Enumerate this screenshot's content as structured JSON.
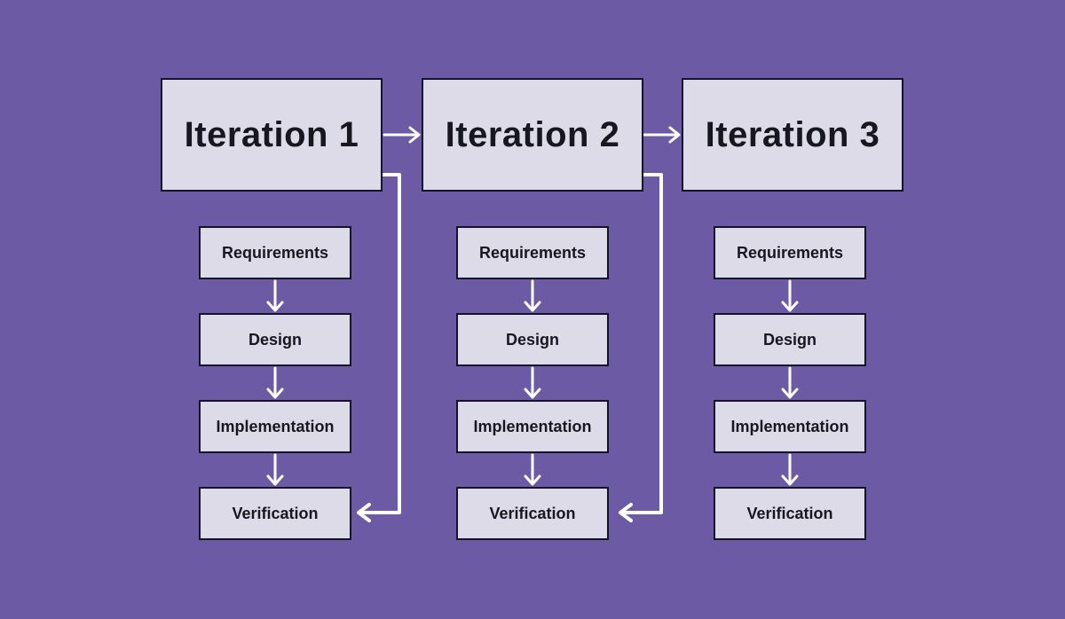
{
  "diagram": {
    "name": "iterative-development-process",
    "columns": [
      {
        "header": "Iteration 1",
        "steps": [
          "Requirements",
          "Design",
          "Implementation",
          "Verification"
        ],
        "has_feedback_loop": true
      },
      {
        "header": "Iteration 2",
        "steps": [
          "Requirements",
          "Design",
          "Implementation",
          "Verification"
        ],
        "has_feedback_loop": true
      },
      {
        "header": "Iteration 3",
        "steps": [
          "Requirements",
          "Design",
          "Implementation",
          "Verification"
        ],
        "has_feedback_loop": false
      }
    ],
    "colors": {
      "background": "#6C5BA4",
      "box_fill": "#DEDBE8",
      "box_border": "#13132A",
      "text": "#17171F",
      "arrow": "#FFFFFF"
    }
  }
}
